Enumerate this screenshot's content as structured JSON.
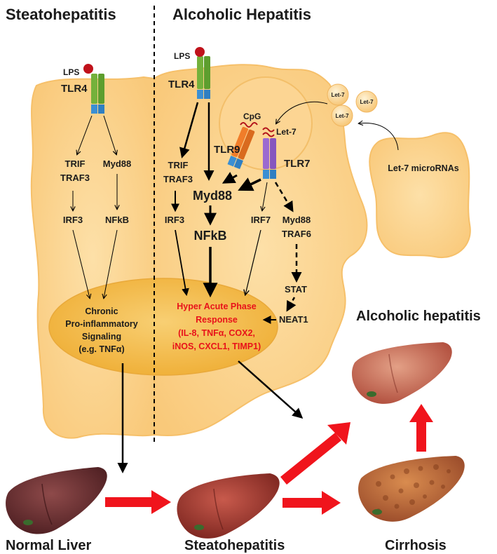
{
  "titles": {
    "left": "Steatohepatitis",
    "right": "Alcoholic Hepatitis"
  },
  "left_cell": {
    "lps": "LPS",
    "tlr4": "TLR4",
    "trif": "TRIF",
    "traf3": "TRAF3",
    "myd88": "Myd88",
    "irf3": "IRF3",
    "nfkb": "NFkB",
    "nucleus_lines": [
      "Chronic",
      "Pro-inflammatory",
      "Signaling",
      "(e.g. TNFα)"
    ]
  },
  "right_cell": {
    "lps": "LPS",
    "tlr4": "TLR4",
    "cpg": "CpG",
    "tlr9": "TLR9",
    "let7_label": "Let-7",
    "tlr7": "TLR7",
    "trif": "TRIF",
    "traf3": "TRAF3",
    "myd88": "Myd88",
    "irf3": "IRF3",
    "nfkb": "NFkB",
    "irf7": "IRF7",
    "myd88_b": "Myd88",
    "traf6": "TRAF6",
    "stat": "STAT",
    "neat1": "NEAT1",
    "response_lines": [
      "Hyper Acute Phase",
      "Response",
      "(IL-8, TNFα, COX2,",
      "iNOS, CXCL1, TIMP1)"
    ]
  },
  "micro": {
    "vesicles": [
      "Let-7",
      "Let-7",
      "Let-7"
    ],
    "source_label": "Let-7 microRNAs"
  },
  "progression": {
    "normal": "Normal Liver",
    "steato": "Steatohepatitis",
    "cirrhosis": "Cirrhosis",
    "alcoholic": "Alcoholic hepatitis"
  },
  "colors": {
    "cell": "#fbd38e",
    "cell_edge": "#f6c06a",
    "nucleus": "#f4b63e",
    "tlr4_green": "#74b13b",
    "receptor_blue": "#3b8fd3",
    "tlr9_orange": "#f07d2a",
    "tlr7_purple": "#9b6ad0",
    "red_arrow": "#f0141c",
    "liver": "#a8372e"
  }
}
